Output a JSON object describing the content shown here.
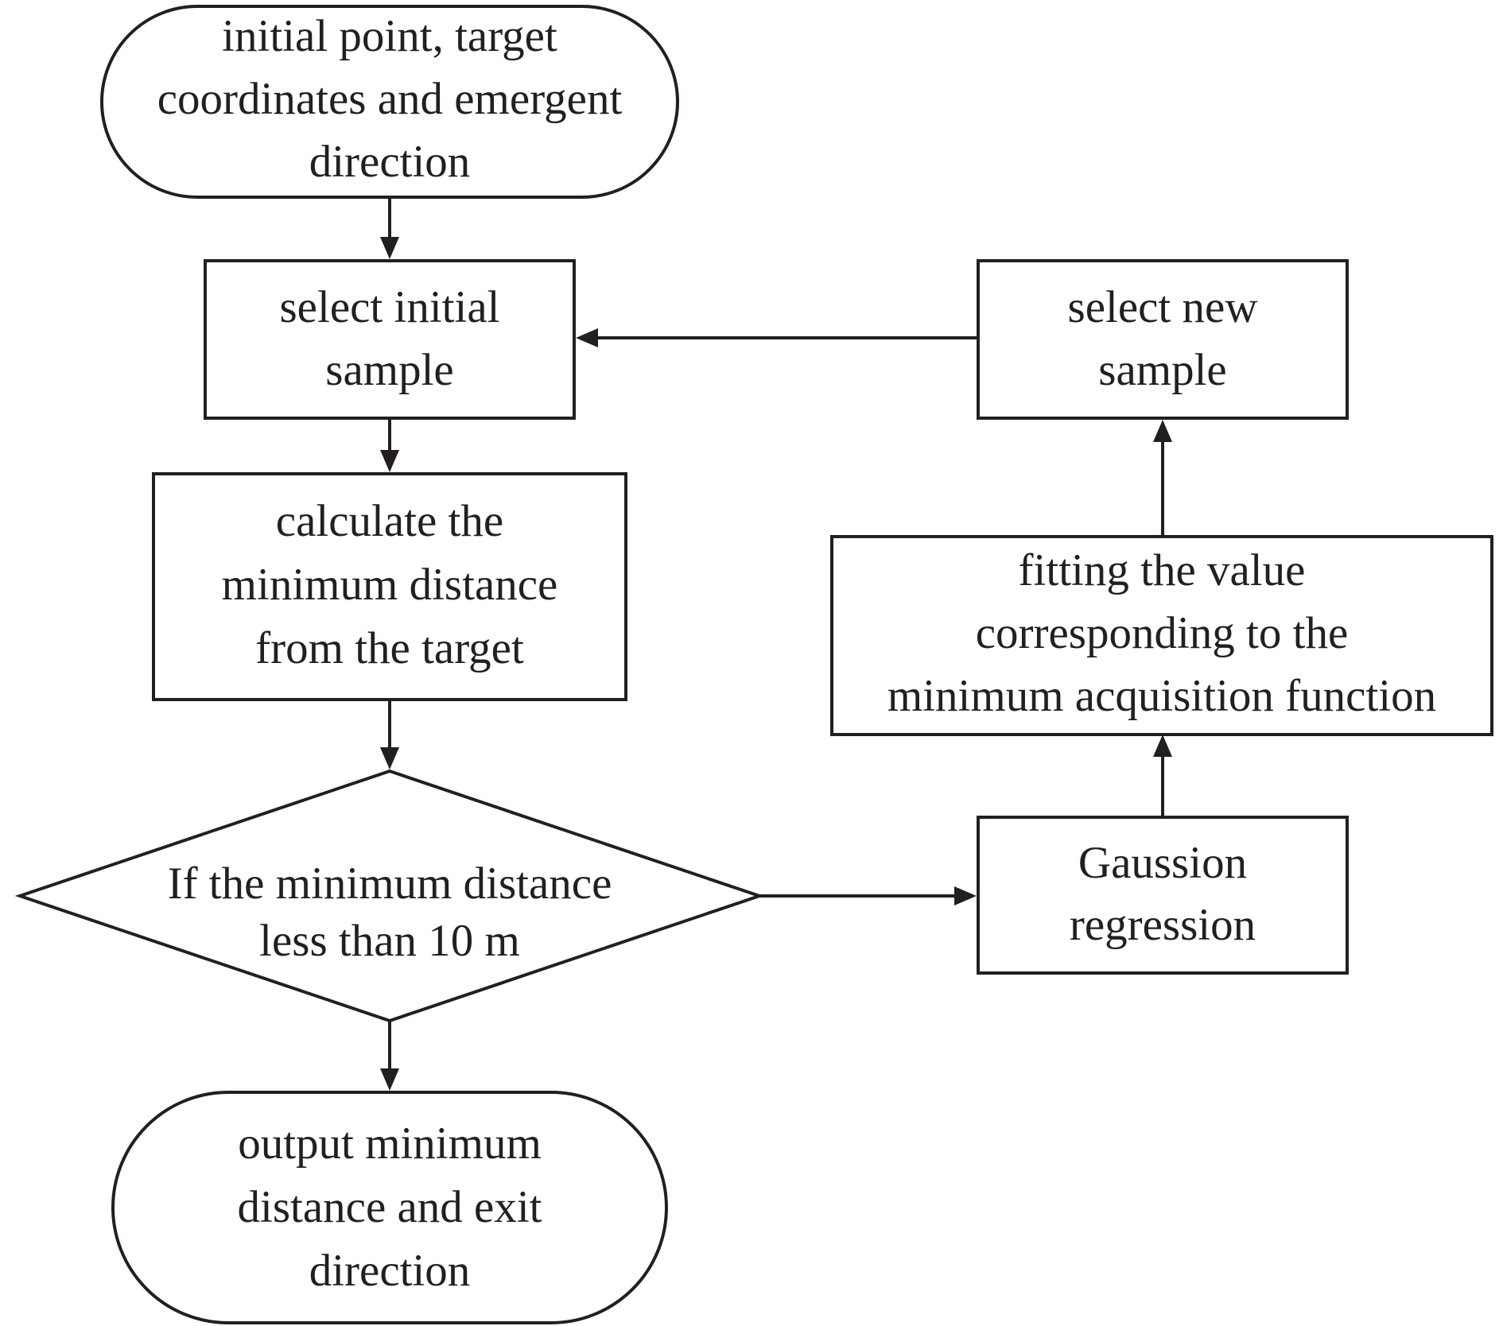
{
  "diagram": {
    "nodes": {
      "start": {
        "shape": "terminal",
        "lines": [
          "initial point, target",
          "coordinates and emergent",
          "direction"
        ]
      },
      "select_initial": {
        "shape": "process",
        "lines": [
          "select initial",
          "sample"
        ]
      },
      "calculate": {
        "shape": "process",
        "lines": [
          "calculate the",
          "minimum distance",
          "from the target"
        ]
      },
      "decision": {
        "shape": "decision",
        "lines": [
          "If the minimum distance",
          "less than 10 m"
        ]
      },
      "output": {
        "shape": "terminal",
        "lines": [
          "output minimum",
          "distance and exit",
          "direction"
        ]
      },
      "gaussion": {
        "shape": "process",
        "lines": [
          "Gaussion",
          "regression"
        ]
      },
      "fitting": {
        "shape": "process",
        "lines": [
          "fitting the value",
          "corresponding to the",
          "minimum acquisition function"
        ]
      },
      "select_new": {
        "shape": "process",
        "lines": [
          "select new",
          "sample"
        ]
      }
    },
    "edges": [
      {
        "from": "start",
        "to": "select_initial"
      },
      {
        "from": "select_initial",
        "to": "calculate"
      },
      {
        "from": "calculate",
        "to": "decision"
      },
      {
        "from": "decision",
        "to": "output"
      },
      {
        "from": "decision",
        "to": "gaussion"
      },
      {
        "from": "gaussion",
        "to": "fitting"
      },
      {
        "from": "fitting",
        "to": "select_new"
      },
      {
        "from": "select_new",
        "to": "select_initial"
      }
    ],
    "colors": {
      "line": "#231f20",
      "background": "#ffffff"
    }
  }
}
